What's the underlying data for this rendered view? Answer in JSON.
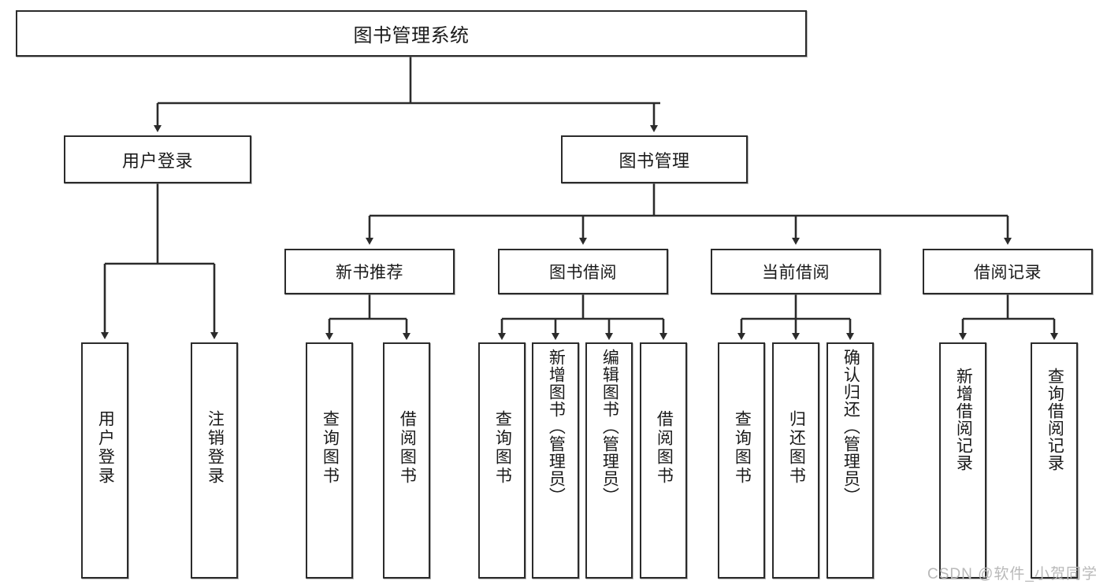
{
  "diagram": {
    "type": "tree-hierarchy-chart",
    "title": "图书管理系统",
    "watermark": "CSDN @软件_小贺同学",
    "colors": {
      "box_border": "#2b2b2b",
      "box_fill": "#ffffff",
      "connector": "#2b2b2b",
      "text": "#1a1a1a",
      "watermark": "#b9b9b9",
      "background": "#ffffff"
    },
    "nodes": {
      "root": {
        "label": "图书管理系统"
      },
      "user_login": {
        "label": "用户登录"
      },
      "book_manage": {
        "label": "图书管理"
      },
      "new_book_rec": {
        "label": "新书推荐"
      },
      "book_borrow": {
        "label": "图书借阅"
      },
      "current_borrow": {
        "label": "当前借阅"
      },
      "borrow_record": {
        "label": "借阅记录"
      },
      "leaf_user_login": {
        "label": "用户登录"
      },
      "leaf_logout": {
        "label": "注销登录"
      },
      "leaf_query_book_1": {
        "label": "查询图书"
      },
      "leaf_borrow_book_1": {
        "label": "借阅图书"
      },
      "leaf_query_book_2": {
        "label": "查询图书"
      },
      "leaf_add_book": {
        "label": "新增图书（管理员）"
      },
      "leaf_edit_book": {
        "label": "编辑图书（管理员）"
      },
      "leaf_borrow_book_2": {
        "label": "借阅图书"
      },
      "leaf_query_book_3": {
        "label": "查询图书"
      },
      "leaf_return_book": {
        "label": "归还图书"
      },
      "leaf_confirm_return": {
        "label": "确认归还（管理员）"
      },
      "leaf_add_record": {
        "label": "新增借阅记录"
      },
      "leaf_query_record": {
        "label": "查询借阅记录"
      }
    }
  }
}
